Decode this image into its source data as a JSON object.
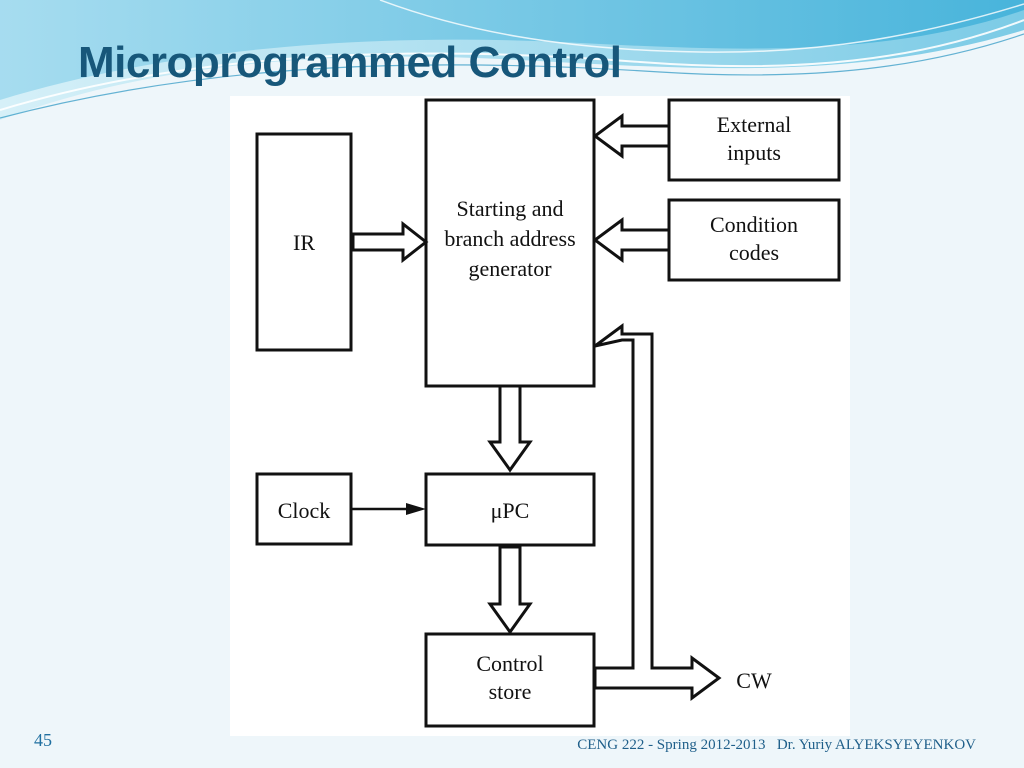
{
  "title": "Microprogrammed Control",
  "diagram": {
    "blocks": {
      "ir": [
        "IR"
      ],
      "generator": [
        "Starting and",
        "branch address",
        "generator"
      ],
      "external": [
        "External",
        "inputs"
      ],
      "condition": [
        "Condition",
        "codes"
      ],
      "clock": [
        "Clock"
      ],
      "upc": [
        "μPC"
      ],
      "store": [
        "Control",
        "store"
      ]
    },
    "output_label": "CW"
  },
  "footer": {
    "slide_number": "45",
    "course": "CENG 222 - Spring 2012-2013",
    "author": "Dr. Yuriy ALYEKSYEYENKOV"
  },
  "colors": {
    "title": "#17577a",
    "accent_wave": "#3aa6cf",
    "footer_text": "#1f5f8a"
  }
}
